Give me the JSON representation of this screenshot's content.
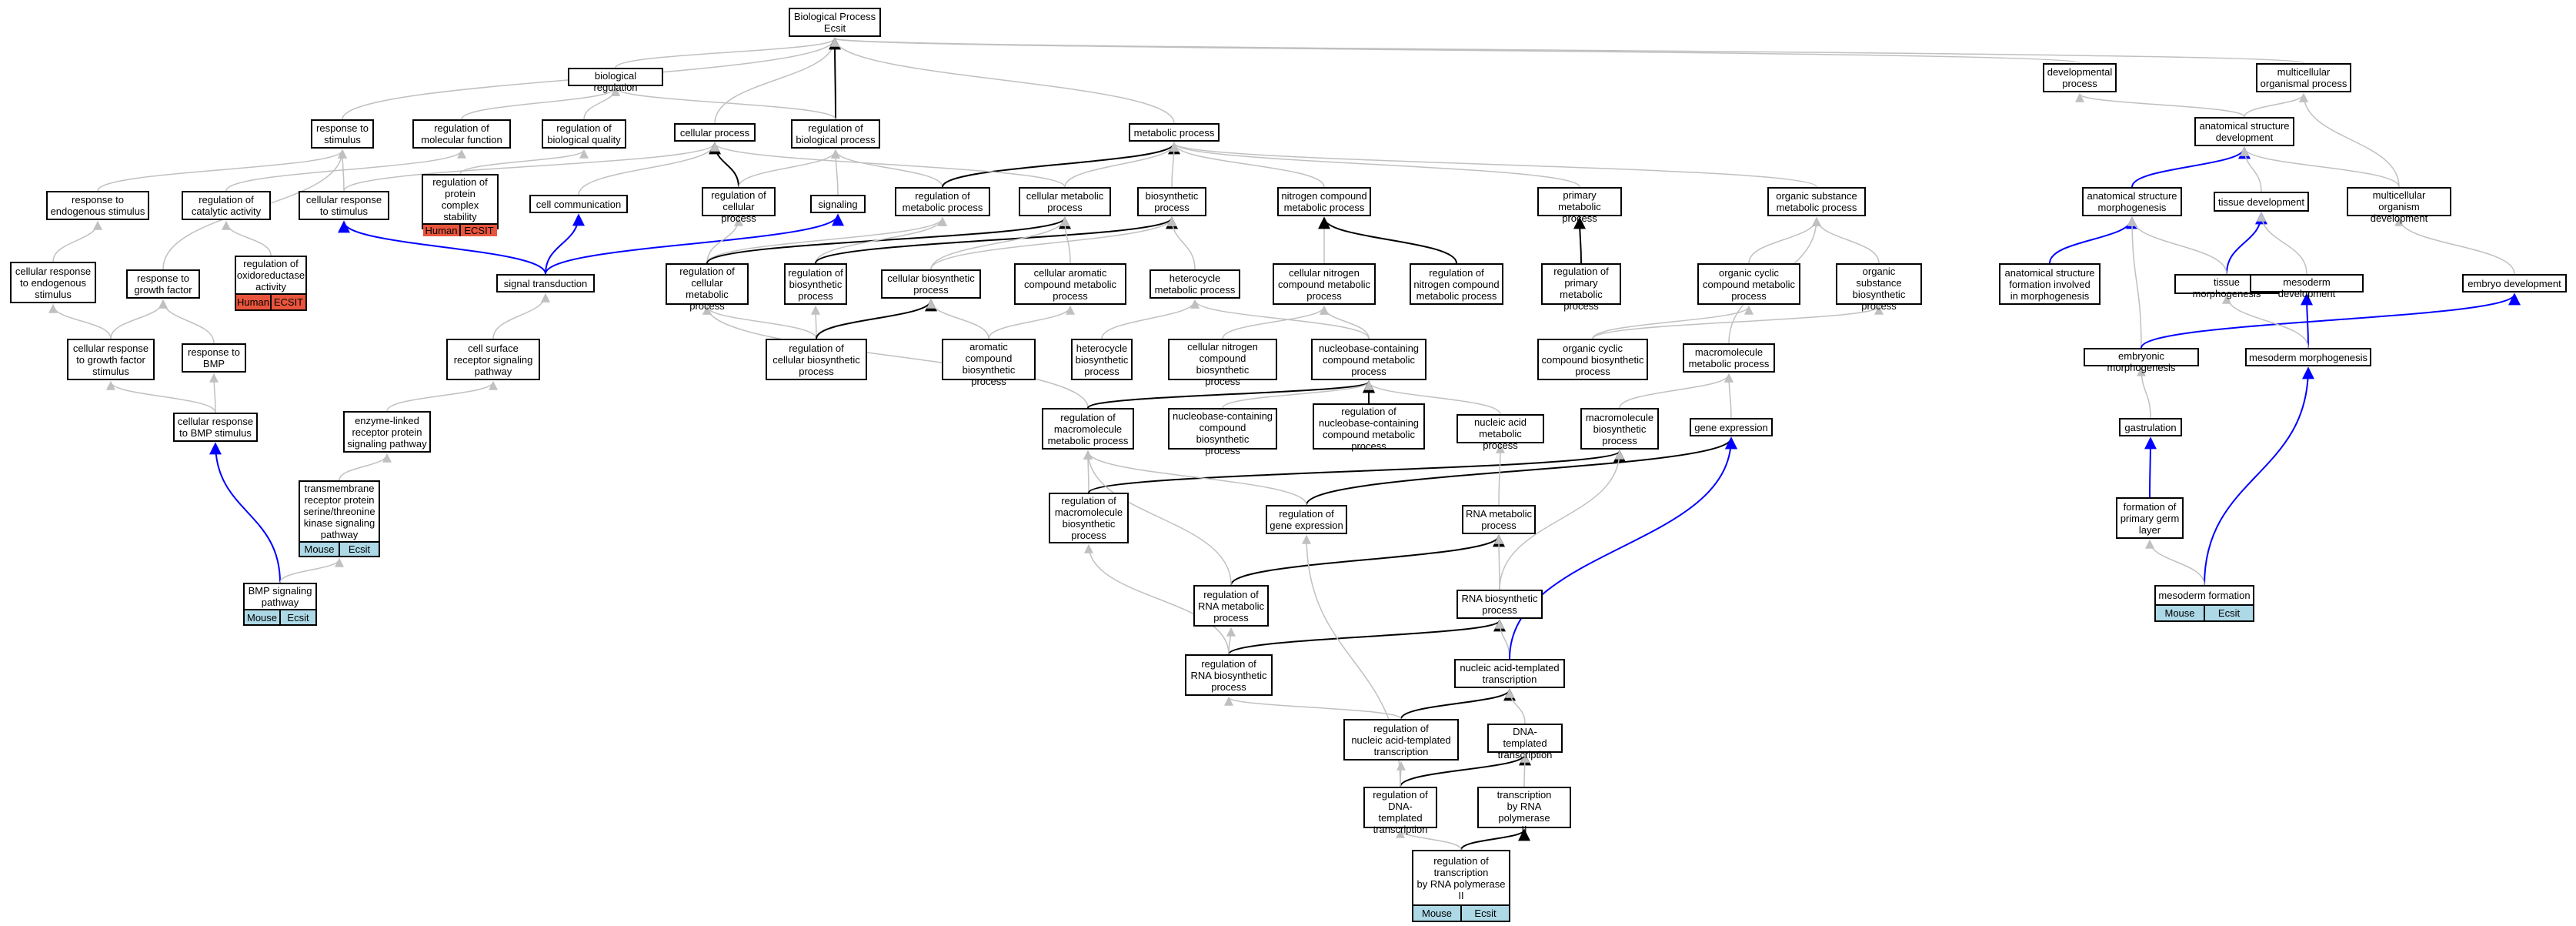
{
  "colors": {
    "edge_gray": "#c0c0c0",
    "edge_black": "#000000",
    "edge_blue": "#0000ff",
    "tag_human": "#e8553c",
    "tag_mouse": "#add8e6"
  },
  "nodes": [
    {
      "id": "bp",
      "label": "Biological Process\nEcsit"
    },
    {
      "id": "breg",
      "label": "biological regulation"
    },
    {
      "id": "devp",
      "label": "developmental\nprocess"
    },
    {
      "id": "multp",
      "label": "multicellular\norganismal process"
    },
    {
      "id": "resp",
      "label": "response to\nstimulus"
    },
    {
      "id": "regmf",
      "label": "regulation of\nmolecular function"
    },
    {
      "id": "regbq",
      "label": "regulation of\nbiological quality"
    },
    {
      "id": "cellp",
      "label": "cellular process"
    },
    {
      "id": "regbp",
      "label": "regulation of\nbiological process"
    },
    {
      "id": "metp",
      "label": "metabolic process"
    },
    {
      "id": "asd",
      "label": "anatomical structure\ndevelopment"
    },
    {
      "id": "pcs",
      "label": "regulation of\nprotein complex\nstability",
      "tags": [
        {
          "text": "Human",
          "kind": "human"
        },
        {
          "text": "ECSIT",
          "kind": "human"
        }
      ]
    },
    {
      "id": "respends",
      "label": "response to\nendogenous stimulus"
    },
    {
      "id": "regcat",
      "label": "regulation of\ncatalytic activity"
    },
    {
      "id": "cresp",
      "label": "cellular response\nto stimulus"
    },
    {
      "id": "ccomm",
      "label": "cell communication"
    },
    {
      "id": "regcp",
      "label": "regulation of\ncellular process"
    },
    {
      "id": "sig",
      "label": "signaling"
    },
    {
      "id": "regmet",
      "label": "regulation of\nmetabolic process"
    },
    {
      "id": "cmet",
      "label": "cellular metabolic\nprocess"
    },
    {
      "id": "bios",
      "label": "biosynthetic\nprocess"
    },
    {
      "id": "ncmp",
      "label": "nitrogen compound\nmetabolic process"
    },
    {
      "id": "pmp",
      "label": "primary metabolic\nprocess"
    },
    {
      "id": "osmp",
      "label": "organic substance\nmetabolic process"
    },
    {
      "id": "asm",
      "label": "anatomical structure\nmorphogenesis"
    },
    {
      "id": "tdev",
      "label": "tissue development"
    },
    {
      "id": "mdev",
      "label": "multicellular\norganism development"
    },
    {
      "id": "cresends",
      "label": "cellular response\nto endogenous\nstimulus"
    },
    {
      "id": "respgf",
      "label": "response to\ngrowth factor"
    },
    {
      "id": "regox",
      "label": "regulation of\noxidoreductase\nactivity",
      "tags": [
        {
          "text": "Human",
          "kind": "human"
        },
        {
          "text": "ECSIT",
          "kind": "human"
        }
      ]
    },
    {
      "id": "sigtr",
      "label": "signal transduction"
    },
    {
      "id": "regcmp",
      "label": "regulation of\ncellular metabolic\nprocess"
    },
    {
      "id": "regbio",
      "label": "regulation of\nbiosynthetic\nprocess"
    },
    {
      "id": "cbio",
      "label": "cellular biosynthetic\nprocess"
    },
    {
      "id": "cacmp",
      "label": "cellular aromatic\ncompound metabolic\nprocess"
    },
    {
      "id": "hetmp",
      "label": "heterocycle\nmetabolic process"
    },
    {
      "id": "cncmp",
      "label": "cellular nitrogen\ncompound metabolic\nprocess"
    },
    {
      "id": "regncmp",
      "label": "regulation of\nnitrogen compound\nmetabolic process"
    },
    {
      "id": "regpmp",
      "label": "regulation of\nprimary metabolic\nprocess"
    },
    {
      "id": "occmp",
      "label": "organic cyclic\ncompound metabolic\nprocess"
    },
    {
      "id": "osbp",
      "label": "organic substance\nbiosynthetic\nprocess"
    },
    {
      "id": "asfm",
      "label": "anatomical structure\nformation involved\nin morphogenesis"
    },
    {
      "id": "tmorph",
      "label": "tissue morphogenesis"
    },
    {
      "id": "mesdev",
      "label": "mesoderm development"
    },
    {
      "id": "embdev",
      "label": "embryo development"
    },
    {
      "id": "crgf",
      "label": "cellular response\nto growth factor\nstimulus"
    },
    {
      "id": "respbmp",
      "label": "response to\nBMP"
    },
    {
      "id": "csrsp",
      "label": "cell surface\nreceptor signaling\npathway"
    },
    {
      "id": "regcbp",
      "label": "regulation of\ncellular biosynthetic\nprocess"
    },
    {
      "id": "acbp",
      "label": "aromatic compound\nbiosynthetic\nprocess"
    },
    {
      "id": "hetbp",
      "label": "heterocycle\nbiosynthetic\nprocess"
    },
    {
      "id": "cncbp",
      "label": "cellular nitrogen\ncompound biosynthetic\nprocess"
    },
    {
      "id": "nbcmp",
      "label": "nucleobase-containing\ncompound metabolic\nprocess"
    },
    {
      "id": "occbp",
      "label": "organic cyclic\ncompound biosynthetic\nprocess"
    },
    {
      "id": "mmp",
      "label": "macromolecule\nmetabolic process"
    },
    {
      "id": "embm",
      "label": "embryonic morphogenesis"
    },
    {
      "id": "mesm",
      "label": "mesoderm morphogenesis"
    },
    {
      "id": "crbmp",
      "label": "cellular response\nto BMP stimulus"
    },
    {
      "id": "elrp",
      "label": "enzyme-linked\nreceptor protein\nsignaling pathway"
    },
    {
      "id": "regmmp",
      "label": "regulation of\nmacromolecule\nmetabolic process"
    },
    {
      "id": "nbcbp",
      "label": "nucleobase-containing\ncompound biosynthetic\nprocess"
    },
    {
      "id": "regnbc",
      "label": "regulation of\nnucleobase-containing\ncompound metabolic\nprocess"
    },
    {
      "id": "namp",
      "label": "nucleic acid\nmetabolic process"
    },
    {
      "id": "mbp",
      "label": "macromolecule\nbiosynthetic\nprocess"
    },
    {
      "id": "gexp",
      "label": "gene expression"
    },
    {
      "id": "gast",
      "label": "gastrulation"
    },
    {
      "id": "tmstk",
      "label": "transmembrane\nreceptor protein\nserine/threonine\nkinase signaling\npathway",
      "tags": [
        {
          "text": "Mouse",
          "kind": "mouse"
        },
        {
          "text": "Ecsit",
          "kind": "mouse"
        }
      ]
    },
    {
      "id": "regmbp",
      "label": "regulation of\nmacromolecule\nbiosynthetic\nprocess"
    },
    {
      "id": "reggexp",
      "label": "regulation of\ngene expression"
    },
    {
      "id": "rnamp",
      "label": "RNA metabolic\nprocess"
    },
    {
      "id": "fpgl",
      "label": "formation of\nprimary germ\nlayer"
    },
    {
      "id": "bmpsp",
      "label": "BMP signaling\npathway",
      "tags": [
        {
          "text": "Mouse",
          "kind": "mouse"
        },
        {
          "text": "Ecsit",
          "kind": "mouse"
        }
      ]
    },
    {
      "id": "regrnamp",
      "label": "regulation of\nRNA metabolic\nprocess"
    },
    {
      "id": "rnabp",
      "label": "RNA biosynthetic\nprocess"
    },
    {
      "id": "mesf",
      "label": "mesoderm formation",
      "tags": [
        {
          "text": "Mouse",
          "kind": "mouse"
        },
        {
          "text": "Ecsit",
          "kind": "mouse"
        }
      ]
    },
    {
      "id": "regrnabp",
      "label": "regulation of\nRNA biosynthetic\nprocess"
    },
    {
      "id": "natt",
      "label": "nucleic acid-templated\ntranscription"
    },
    {
      "id": "regnatt",
      "label": "regulation of\nnucleic acid-templated\ntranscription"
    },
    {
      "id": "dtt",
      "label": "DNA-templated\ntranscription"
    },
    {
      "id": "regdtt",
      "label": "regulation of\nDNA-templated\ntranscription"
    },
    {
      "id": "trp2",
      "label": "transcription\nby RNA polymerase\nII"
    },
    {
      "id": "regtrp2",
      "label": "regulation of\ntranscription\nby RNA polymerase\nII",
      "tags": [
        {
          "text": "Mouse",
          "kind": "mouse"
        },
        {
          "text": "Ecsit",
          "kind": "mouse"
        }
      ]
    }
  ],
  "edges": [
    {
      "from": "breg",
      "to": "bp",
      "color": "gray"
    },
    {
      "from": "devp",
      "to": "bp",
      "color": "gray"
    },
    {
      "from": "multp",
      "to": "bp",
      "color": "gray"
    },
    {
      "from": "resp",
      "to": "bp",
      "color": "gray"
    },
    {
      "from": "cellp",
      "to": "bp",
      "color": "gray"
    },
    {
      "from": "regbp",
      "to": "bp",
      "color": "black"
    },
    {
      "from": "metp",
      "to": "bp",
      "color": "gray"
    },
    {
      "from": "regmf",
      "to": "breg",
      "color": "gray"
    },
    {
      "from": "regbq",
      "to": "breg",
      "color": "gray"
    },
    {
      "from": "regbp",
      "to": "breg",
      "color": "gray"
    },
    {
      "from": "asd",
      "to": "devp",
      "color": "gray"
    },
    {
      "from": "asd",
      "to": "multp",
      "color": "gray"
    },
    {
      "from": "mdev",
      "to": "multp",
      "color": "gray"
    },
    {
      "from": "pcs",
      "to": "regbq",
      "color": "gray"
    },
    {
      "from": "respends",
      "to": "resp",
      "color": "gray"
    },
    {
      "from": "cresp",
      "to": "resp",
      "color": "gray"
    },
    {
      "from": "regcat",
      "to": "regmf",
      "color": "gray"
    },
    {
      "from": "cresp",
      "to": "cellp",
      "color": "gray"
    },
    {
      "from": "ccomm",
      "to": "cellp",
      "color": "gray"
    },
    {
      "from": "regcp",
      "to": "cellp",
      "color": "black"
    },
    {
      "from": "regcp",
      "to": "regbp",
      "color": "gray"
    },
    {
      "from": "sig",
      "to": "regbp",
      "color": "gray"
    },
    {
      "from": "regmet",
      "to": "regbp",
      "color": "gray"
    },
    {
      "from": "regmet",
      "to": "metp",
      "color": "black"
    },
    {
      "from": "cmet",
      "to": "metp",
      "color": "gray"
    },
    {
      "from": "bios",
      "to": "metp",
      "color": "gray"
    },
    {
      "from": "ncmp",
      "to": "metp",
      "color": "gray"
    },
    {
      "from": "pmp",
      "to": "metp",
      "color": "gray"
    },
    {
      "from": "osmp",
      "to": "metp",
      "color": "gray"
    },
    {
      "from": "cmet",
      "to": "cellp",
      "color": "gray"
    },
    {
      "from": "asm",
      "to": "asd",
      "color": "blue"
    },
    {
      "from": "tdev",
      "to": "asd",
      "color": "gray"
    },
    {
      "from": "mdev",
      "to": "asd",
      "color": "gray"
    },
    {
      "from": "cresends",
      "to": "respends",
      "color": "gray"
    },
    {
      "from": "respgf",
      "to": "resp",
      "color": "gray"
    },
    {
      "from": "regox",
      "to": "regcat",
      "color": "gray"
    },
    {
      "from": "sigtr",
      "to": "cresp",
      "color": "blue"
    },
    {
      "from": "sigtr",
      "to": "ccomm",
      "color": "blue"
    },
    {
      "from": "sigtr",
      "to": "sig",
      "color": "blue"
    },
    {
      "from": "regcmp",
      "to": "regcp",
      "color": "gray"
    },
    {
      "from": "regcmp",
      "to": "regmet",
      "color": "gray"
    },
    {
      "from": "regcmp",
      "to": "cmet",
      "color": "black"
    },
    {
      "from": "regbio",
      "to": "regmet",
      "color": "gray"
    },
    {
      "from": "regbio",
      "to": "bios",
      "color": "black"
    },
    {
      "from": "cbio",
      "to": "cmet",
      "color": "gray"
    },
    {
      "from": "cbio",
      "to": "bios",
      "color": "gray"
    },
    {
      "from": "cacmp",
      "to": "cmet",
      "color": "gray"
    },
    {
      "from": "hetmp",
      "to": "bios",
      "color": "gray"
    },
    {
      "from": "cncmp",
      "to": "ncmp",
      "color": "gray"
    },
    {
      "from": "regncmp",
      "to": "ncmp",
      "color": "black"
    },
    {
      "from": "regpmp",
      "to": "pmp",
      "color": "black"
    },
    {
      "from": "occmp",
      "to": "osmp",
      "color": "gray"
    },
    {
      "from": "osbp",
      "to": "osmp",
      "color": "gray"
    },
    {
      "from": "asfm",
      "to": "asm",
      "color": "blue"
    },
    {
      "from": "tmorph",
      "to": "tdev",
      "color": "blue"
    },
    {
      "from": "tmorph",
      "to": "asm",
      "color": "gray"
    },
    {
      "from": "mesdev",
      "to": "tdev",
      "color": "gray"
    },
    {
      "from": "embdev",
      "to": "mdev",
      "color": "gray"
    },
    {
      "from": "crgf",
      "to": "cresends",
      "color": "gray"
    },
    {
      "from": "crgf",
      "to": "respgf",
      "color": "gray"
    },
    {
      "from": "crbmp",
      "to": "respbmp",
      "color": "gray"
    },
    {
      "from": "respbmp",
      "to": "respgf",
      "color": "gray"
    },
    {
      "from": "csrsp",
      "to": "sigtr",
      "color": "gray"
    },
    {
      "from": "regcbp",
      "to": "regcmp",
      "color": "gray"
    },
    {
      "from": "regcbp",
      "to": "regbio",
      "color": "gray"
    },
    {
      "from": "regcbp",
      "to": "cbio",
      "color": "black"
    },
    {
      "from": "acbp",
      "to": "cbio",
      "color": "gray"
    },
    {
      "from": "acbp",
      "to": "cacmp",
      "color": "gray"
    },
    {
      "from": "hetbp",
      "to": "hetmp",
      "color": "gray"
    },
    {
      "from": "cncbp",
      "to": "cncmp",
      "color": "gray"
    },
    {
      "from": "nbcmp",
      "to": "cncmp",
      "color": "gray"
    },
    {
      "from": "nbcmp",
      "to": "hetmp",
      "color": "gray"
    },
    {
      "from": "occbp",
      "to": "occmp",
      "color": "gray"
    },
    {
      "from": "occbp",
      "to": "osbp",
      "color": "gray"
    },
    {
      "from": "mmp",
      "to": "osmp",
      "color": "gray"
    },
    {
      "from": "embm",
      "to": "asm",
      "color": "gray"
    },
    {
      "from": "embm",
      "to": "embdev",
      "color": "blue"
    },
    {
      "from": "mesm",
      "to": "mesdev",
      "color": "blue"
    },
    {
      "from": "mesm",
      "to": "tmorph",
      "color": "gray"
    },
    {
      "from": "crbmp",
      "to": "crgf",
      "color": "gray"
    },
    {
      "from": "elrp",
      "to": "csrsp",
      "color": "gray"
    },
    {
      "from": "regmmp",
      "to": "regcmp",
      "color": "gray"
    },
    {
      "from": "regmmp",
      "to": "nbcmp",
      "color": "black"
    },
    {
      "from": "nbcbp",
      "to": "nbcmp",
      "color": "gray"
    },
    {
      "from": "regnbc",
      "to": "nbcmp",
      "color": "black"
    },
    {
      "from": "namp",
      "to": "nbcmp",
      "color": "gray"
    },
    {
      "from": "mbp",
      "to": "mmp",
      "color": "gray"
    },
    {
      "from": "gexp",
      "to": "mmp",
      "color": "gray"
    },
    {
      "from": "tmstk",
      "to": "elrp",
      "color": "gray"
    },
    {
      "from": "gast",
      "to": "embm",
      "color": "gray"
    },
    {
      "from": "regmbp",
      "to": "regmmp",
      "color": "gray"
    },
    {
      "from": "regmbp",
      "to": "mbp",
      "color": "black"
    },
    {
      "from": "reggexp",
      "to": "gexp",
      "color": "black"
    },
    {
      "from": "reggexp",
      "to": "regmmp",
      "color": "gray"
    },
    {
      "from": "rnamp",
      "to": "namp",
      "color": "gray"
    },
    {
      "from": "fpgl",
      "to": "gast",
      "color": "blue"
    },
    {
      "from": "bmpsp",
      "to": "crbmp",
      "color": "blue"
    },
    {
      "from": "bmpsp",
      "to": "tmstk",
      "color": "gray"
    },
    {
      "from": "regrnamp",
      "to": "rnamp",
      "color": "black"
    },
    {
      "from": "regrnamp",
      "to": "regmmp",
      "color": "gray"
    },
    {
      "from": "rnabp",
      "to": "rnamp",
      "color": "gray"
    },
    {
      "from": "rnabp",
      "to": "mbp",
      "color": "gray"
    },
    {
      "from": "mesf",
      "to": "mesm",
      "color": "blue"
    },
    {
      "from": "mesf",
      "to": "fpgl",
      "color": "gray"
    },
    {
      "from": "regrnabp",
      "to": "regrnamp",
      "color": "gray"
    },
    {
      "from": "regrnabp",
      "to": "rnabp",
      "color": "black"
    },
    {
      "from": "regrnabp",
      "to": "regmbp",
      "color": "gray"
    },
    {
      "from": "natt",
      "to": "rnabp",
      "color": "gray"
    },
    {
      "from": "natt",
      "to": "gexp",
      "color": "blue"
    },
    {
      "from": "regnatt",
      "to": "natt",
      "color": "black"
    },
    {
      "from": "regnatt",
      "to": "regrnabp",
      "color": "gray"
    },
    {
      "from": "dtt",
      "to": "natt",
      "color": "gray"
    },
    {
      "from": "regdtt",
      "to": "dtt",
      "color": "black"
    },
    {
      "from": "regdtt",
      "to": "regnatt",
      "color": "gray"
    },
    {
      "from": "regdtt",
      "to": "reggexp",
      "color": "gray"
    },
    {
      "from": "trp2",
      "to": "dtt",
      "color": "gray"
    },
    {
      "from": "regtrp2",
      "to": "trp2",
      "color": "black"
    },
    {
      "from": "regtrp2",
      "to": "regdtt",
      "color": "gray"
    }
  ]
}
